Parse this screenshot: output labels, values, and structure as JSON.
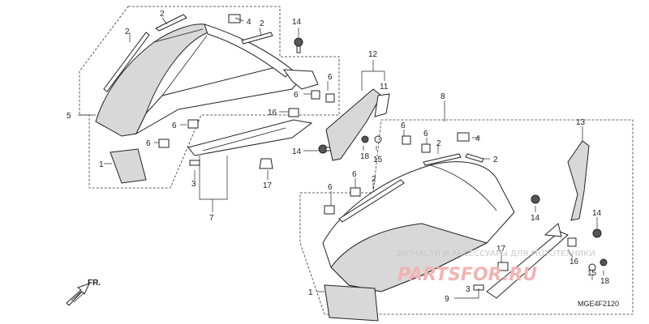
{
  "diagram": {
    "code": "MGE4F2120",
    "orientation": "FR.",
    "watermark": {
      "line1": "ЗАПЧАСТИ И АКСЕССУАРЫ ДЛЯ МОТОТЕХНИКИ",
      "line2": "PARTSFOR.RU"
    }
  },
  "callouts": {
    "left": [
      "1",
      "2",
      "2",
      "2",
      "4",
      "5",
      "6",
      "6",
      "6",
      "6",
      "14",
      "16",
      "3",
      "7",
      "14",
      "17"
    ],
    "center": [
      "12",
      "11",
      "8",
      "18",
      "15"
    ],
    "right": [
      "6",
      "6",
      "6",
      "6",
      "2",
      "2",
      "2",
      "4",
      "13",
      "14",
      "14",
      "16",
      "17",
      "18",
      "15",
      "1",
      "3",
      "9"
    ]
  },
  "icons": {
    "arrow": "front-direction-arrow-icon"
  }
}
